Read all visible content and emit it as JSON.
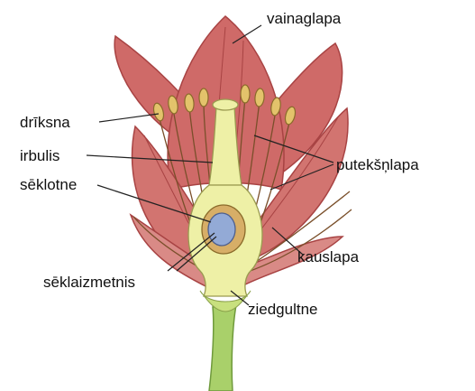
{
  "labels": {
    "vainaglapa": "vainaglapa",
    "driksna": "drīksna",
    "irbulis": "irbulis",
    "seklotne": "sēklotne",
    "puteksnlapa": "putekšņlapa",
    "kauslapa": "kauslapa",
    "seklaizmetnis": "sēklaizmetnis",
    "ziedgultne": "ziedgultne"
  },
  "colors": {
    "petal": "#cf6a68",
    "petal_dark": "#a84343",
    "sepal": "#d98a86",
    "stem": "#a9d06a",
    "pistil": "#eef0a6",
    "ovary_wall": "#d7ae67",
    "ovule": "#93aad6",
    "anther": "#e3c36b"
  }
}
